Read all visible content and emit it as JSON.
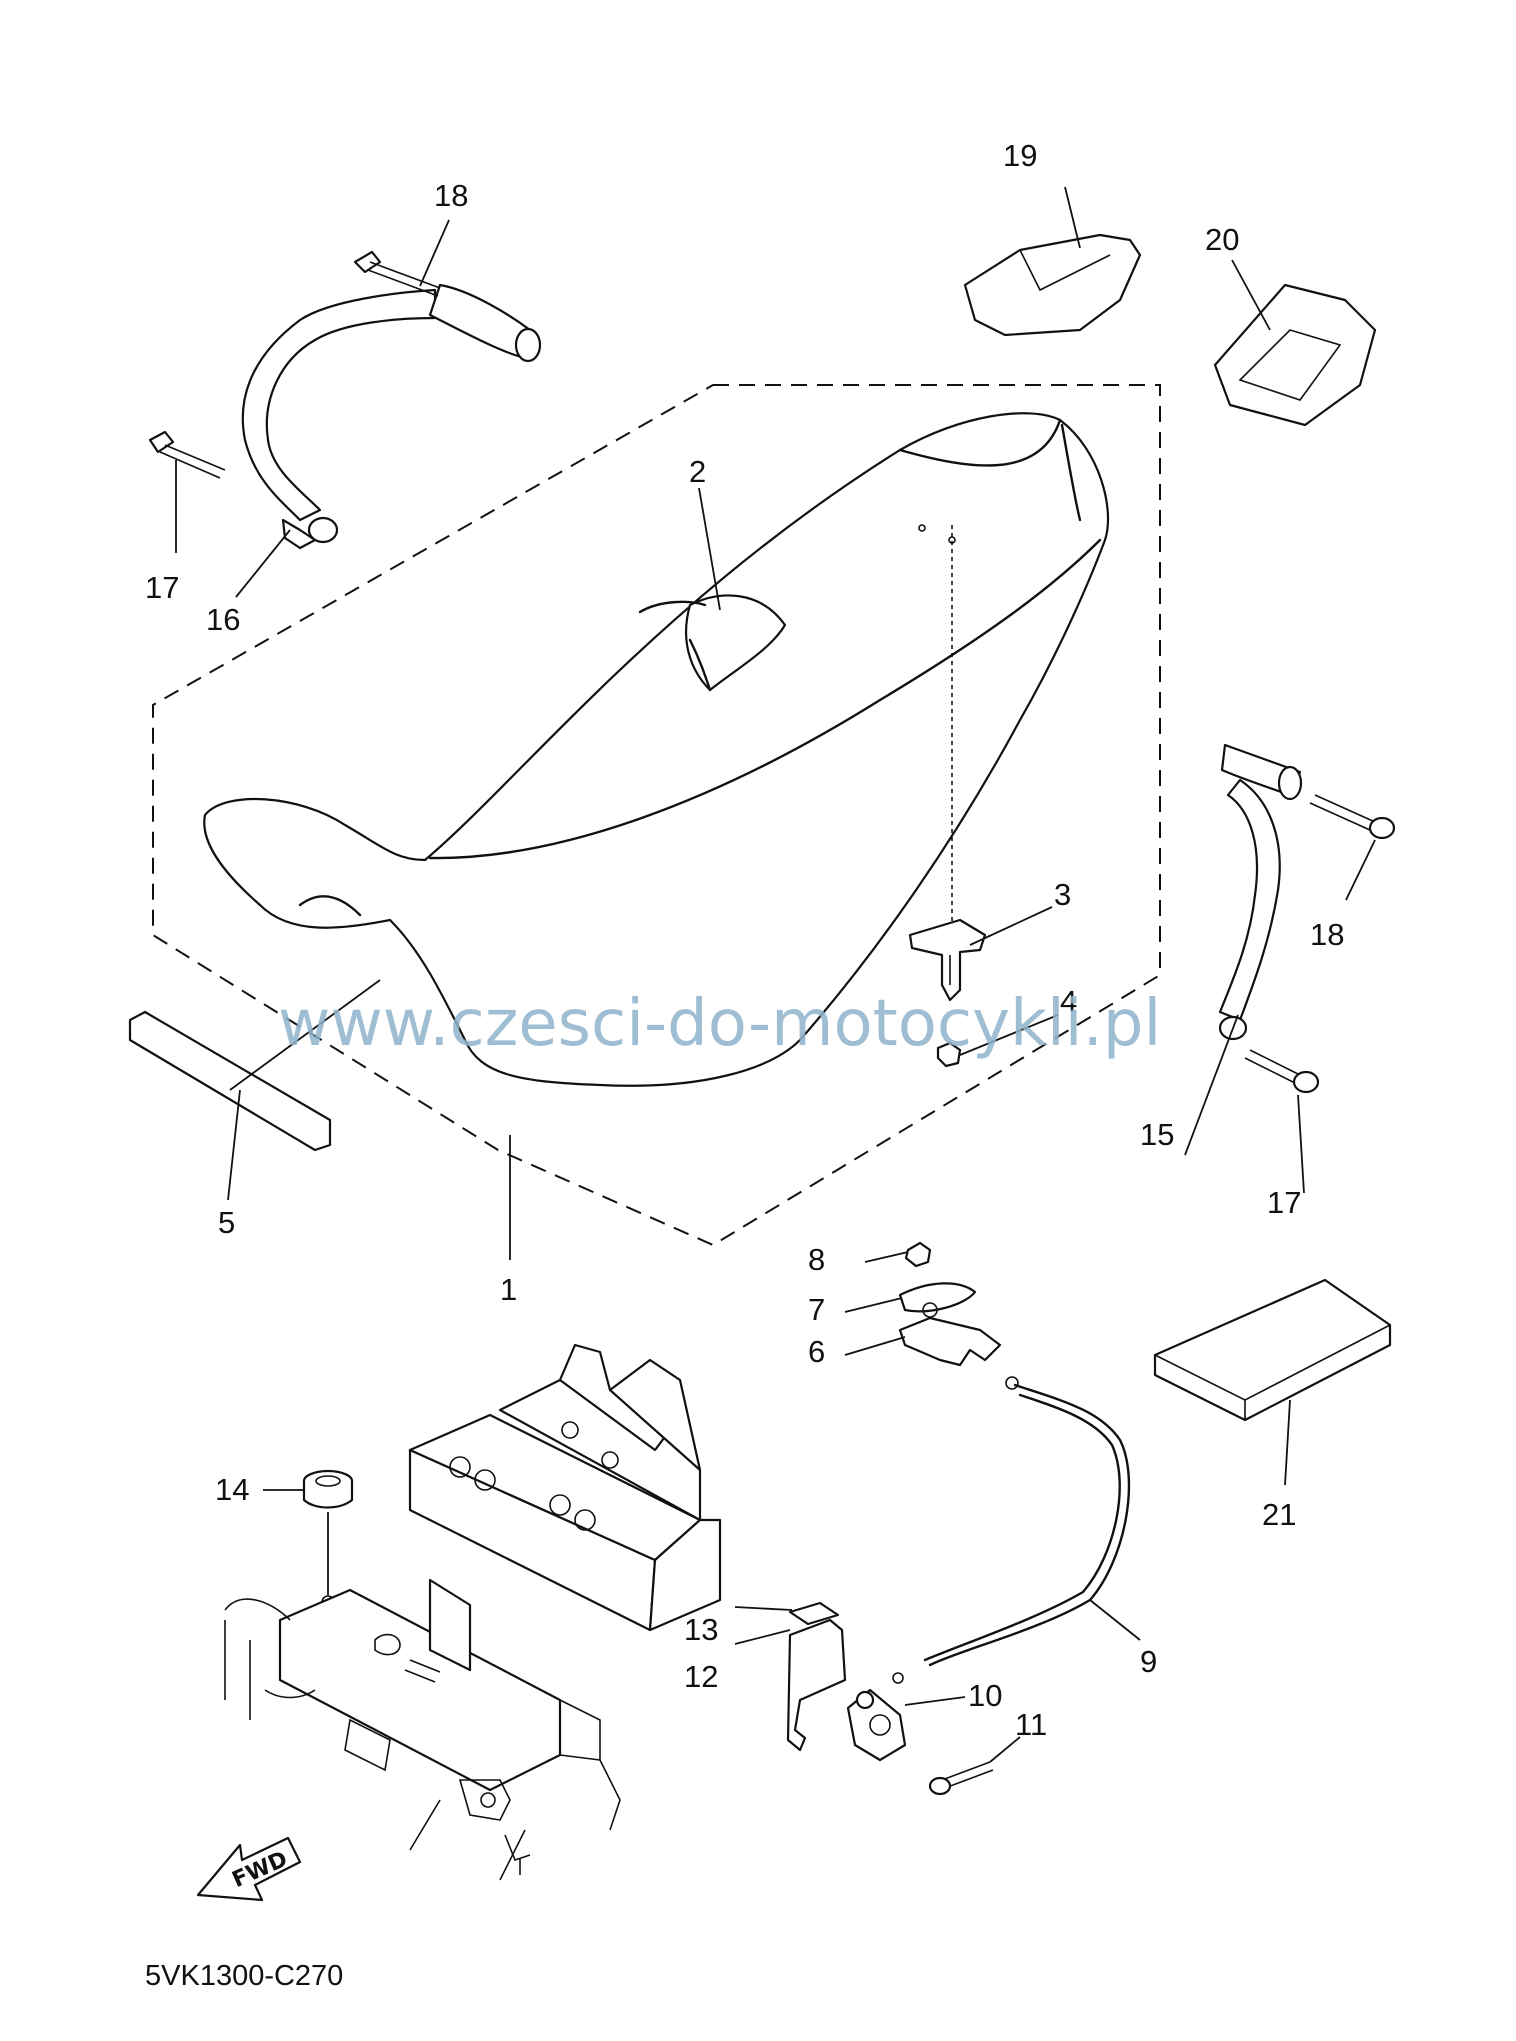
{
  "diagram": {
    "catalog_code": "5VK1300-C270",
    "watermark": "www.czesci-do-motocykli.pl",
    "direction_label": "FWD",
    "callouts": [
      "1",
      "2",
      "3",
      "4",
      "5",
      "6",
      "7",
      "8",
      "9",
      "10",
      "11",
      "12",
      "13",
      "14",
      "15",
      "16",
      "17",
      "17",
      "18",
      "18",
      "19",
      "20",
      "21"
    ]
  }
}
